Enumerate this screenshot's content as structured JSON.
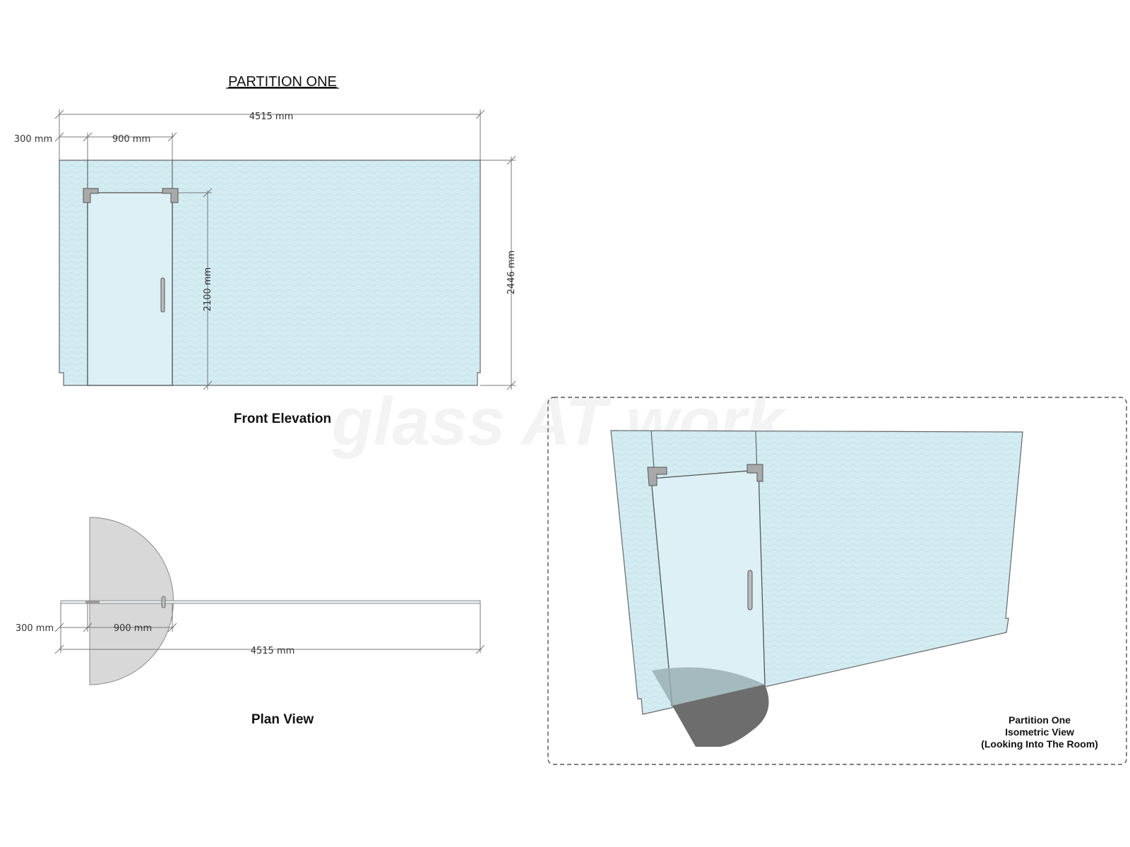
{
  "title": "PARTITION ONE",
  "views": {
    "front": "Front Elevation",
    "plan": "Plan View",
    "iso": [
      "Partition One",
      "Isometric View",
      "(Looking Into The Room)"
    ]
  },
  "dimensions": {
    "total_width": "4515 mm",
    "side_panel": "300 mm",
    "door_width": "900 mm",
    "door_height": "2100 mm",
    "total_height": "2446 mm"
  },
  "watermark": "glass AT work",
  "colors": {
    "glass": "#d3ecf2",
    "door_swing_plan": "#d8d8d8",
    "door_swing_iso": "#6d6d6d",
    "fitting": "#a9a9a9"
  }
}
